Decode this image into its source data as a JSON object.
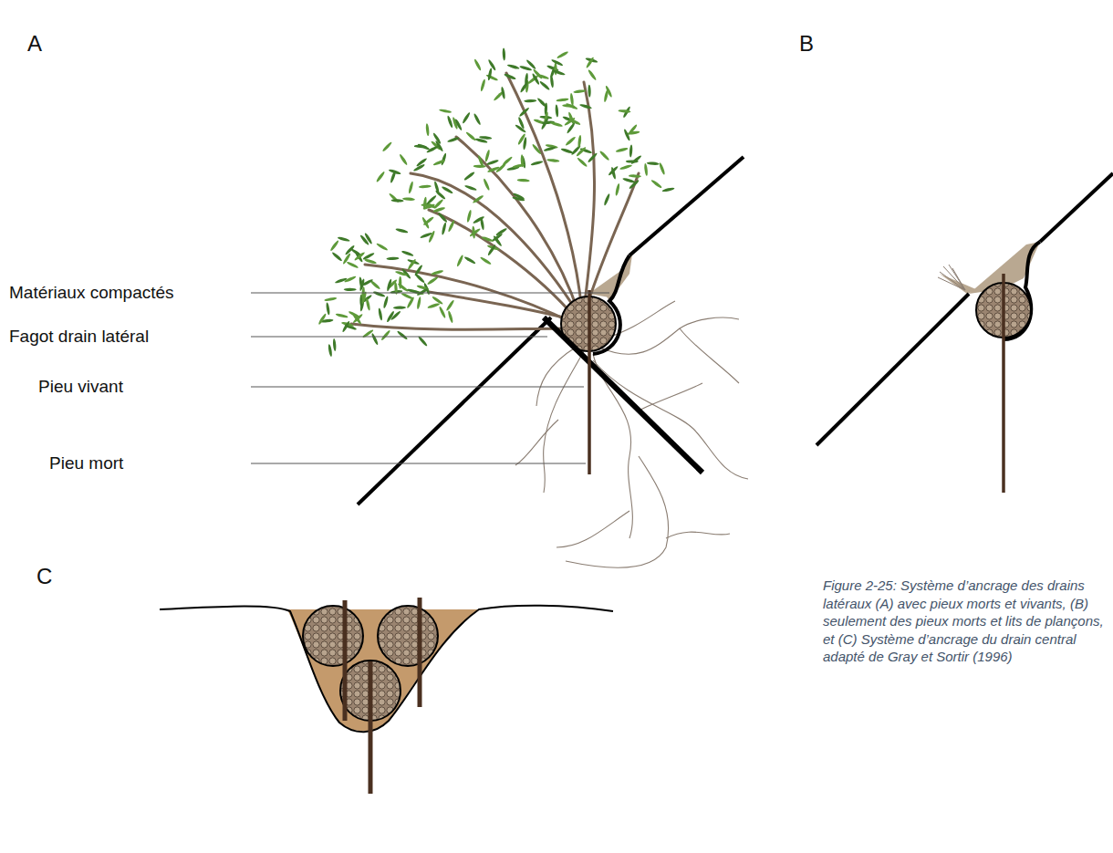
{
  "diagram": {
    "caption": "Figure 2-25: Système d’ancrage des drains latéraux (A) avec pieux morts et vivants, (B) seulement des pieux morts et lits de plançons, et (C) Système d’ancrage du drain central adapté de Gray et Sortir (1996)",
    "labels": [
      "A",
      "B",
      "C",
      "Matériaux compactés",
      "Fagot drain latéral",
      "Pieu vivant",
      "Pieu mort"
    ]
  }
}
